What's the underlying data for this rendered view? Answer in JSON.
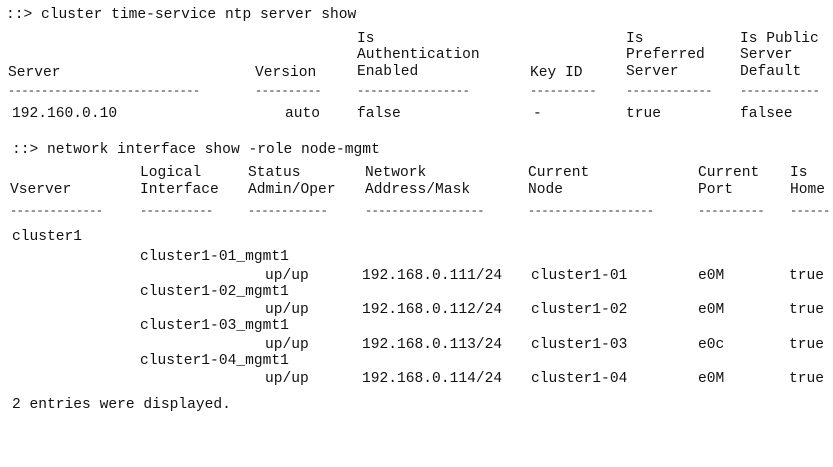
{
  "cmd1": "::> cluster time-service ntp server show",
  "table1": {
    "headers": {
      "server": "Server",
      "version": "Version",
      "auth": [
        "Is",
        "Authentication",
        "Enabled"
      ],
      "keyid": "Key ID",
      "preferred": [
        "Is",
        "Preferred",
        "Server"
      ],
      "public": [
        "Is Public",
        "Server",
        "Default"
      ]
    },
    "separators": {
      "server": "-----------------------------",
      "version": "----------",
      "auth": "-----------------",
      "keyid": "----------",
      "preferred": "-------------",
      "public": "------------"
    },
    "row": {
      "server": "192.160.0.10",
      "version": "auto",
      "auth": "false",
      "keyid": "-",
      "preferred": "true",
      "public": "falsee"
    }
  },
  "cmd2": "::> network interface show -role node-mgmt",
  "table2": {
    "headers": {
      "vserver": "Vserver",
      "lif": [
        "Logical",
        "Interface"
      ],
      "status": [
        "Status",
        "Admin/Oper"
      ],
      "addr": [
        "Network",
        "Address/Mask"
      ],
      "node": [
        "Current",
        "Node"
      ],
      "port": [
        "Current",
        "Port"
      ],
      "home": [
        "Is",
        "Home"
      ]
    },
    "separators": {
      "vserver": "--------------",
      "lif": "-----------",
      "status": "------------",
      "addr": "------------------",
      "node": "-------------------",
      "port": "----------",
      "home": "------"
    },
    "vserver_name": "cluster1",
    "rows": [
      {
        "lif": "cluster1-01_mgmt1",
        "status": "up/up",
        "addr": "192.168.0.111/24",
        "node": "cluster1-01",
        "port": "e0M",
        "home": "true"
      },
      {
        "lif": "cluster1-02_mgmt1",
        "status": "up/up",
        "addr": "192.168.0.112/24",
        "node": "cluster1-02",
        "port": "e0M",
        "home": "true"
      },
      {
        "lif": "cluster1-03_mgmt1",
        "status": "up/up",
        "addr": "192.168.0.113/24",
        "node": "cluster1-03",
        "port": "e0c",
        "home": "true"
      },
      {
        "lif": "cluster1-04_mgmt1",
        "status": "up/up",
        "addr": "192.168.0.114/24",
        "node": "cluster1-04",
        "port": "e0M",
        "home": "true"
      }
    ]
  },
  "footer": "2 entries were displayed."
}
